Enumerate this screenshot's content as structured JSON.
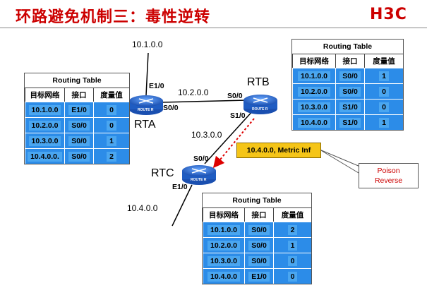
{
  "title": "环路避免机制三：毒性逆转",
  "logo": "H3C",
  "networks": [
    "10.1.0.0",
    "10.2.0.0",
    "10.3.0.0",
    "10.4.0.0"
  ],
  "routers": {
    "rta": {
      "name": "RTA",
      "badge": "ROUTE R",
      "if_e10": "E1/0",
      "if_s00": "S0/0"
    },
    "rtb": {
      "name": "RTB",
      "badge": "ROUTE R",
      "if_s00": "S0/0",
      "if_s10": "S1/0"
    },
    "rtc": {
      "name": "RTC",
      "badge": "ROUTE R",
      "if_s00": "S0/0",
      "if_e10": "E1/0"
    }
  },
  "update_message": "10.4.0.0, Metric Inf",
  "callout": {
    "line1": "Poison",
    "line2": "Reverse"
  },
  "tables": {
    "rta": {
      "title": "Routing Table",
      "headers": [
        "目标网络",
        "接口",
        "度量值"
      ],
      "rows": [
        [
          "10.1.0.0",
          "E1/0",
          "0"
        ],
        [
          "10.2.0.0",
          "S0/0",
          "0"
        ],
        [
          "10.3.0.0",
          "S0/0",
          "1"
        ],
        [
          "10.4.0.0.",
          "S0/0",
          "2"
        ]
      ]
    },
    "rtb": {
      "title": "Routing Table",
      "headers": [
        "目标网络",
        "接口",
        "度量值"
      ],
      "rows": [
        [
          "10.1.0.0",
          "S0/0",
          "1"
        ],
        [
          "10.2.0.0",
          "S0/0",
          "0"
        ],
        [
          "10.3.0.0",
          "S1/0",
          "0"
        ],
        [
          "10.4.0.0",
          "S1/0",
          "1"
        ]
      ]
    },
    "rtc": {
      "title": "Routing Table",
      "headers": [
        "目标网络",
        "接口",
        "度量值"
      ],
      "rows": [
        [
          "10.1.0.0",
          "S0/0",
          "2"
        ],
        [
          "10.2.0.0",
          "S0/0",
          "1"
        ],
        [
          "10.3.0.0",
          "S0/0",
          "0"
        ],
        [
          "10.4.0.0",
          "E1/0",
          "0"
        ]
      ]
    }
  },
  "colors": {
    "title": "#cc0000",
    "cell": "#2c8ce8",
    "update_box": "#f5c518",
    "arrow": "#dd0000"
  }
}
